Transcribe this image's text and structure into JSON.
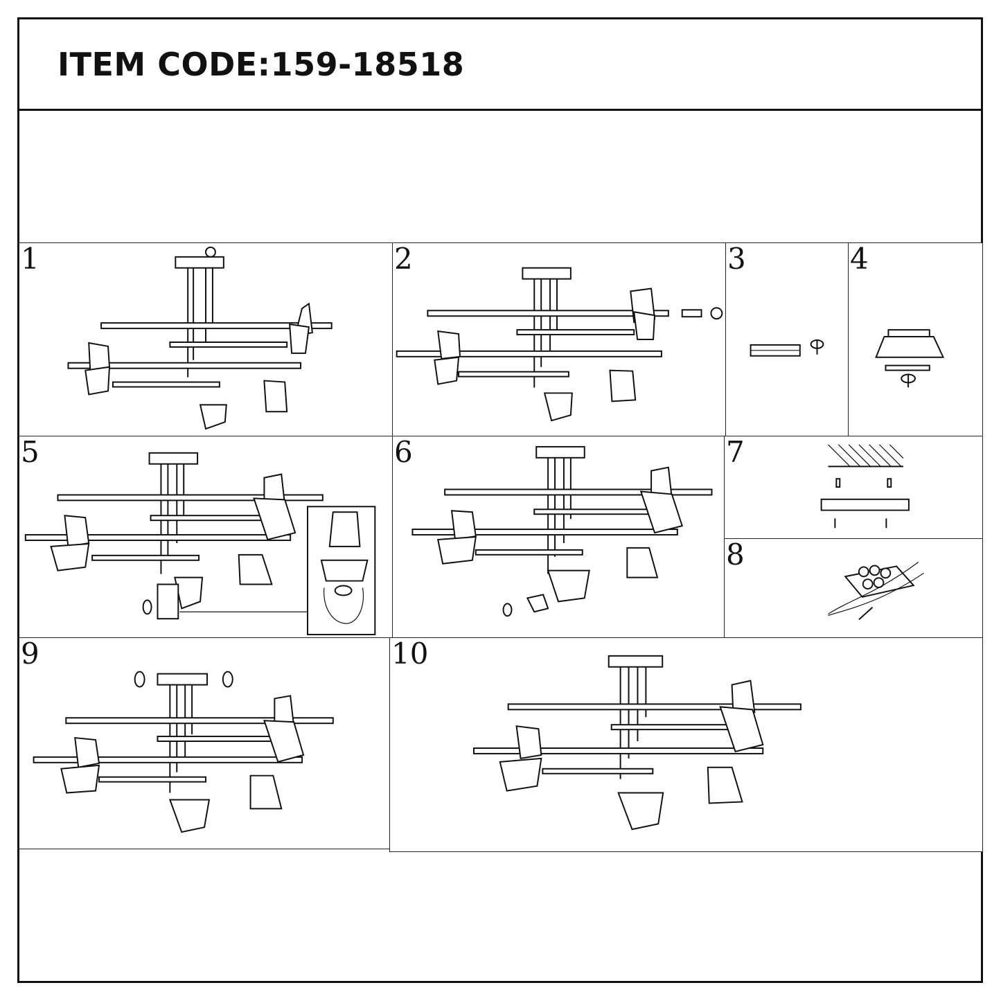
{
  "header": {
    "item_code": "ITEM CODE:159-18518"
  },
  "steps": [
    {
      "label": "1"
    },
    {
      "label": "2"
    },
    {
      "label": "3"
    },
    {
      "label": "4"
    },
    {
      "label": "5"
    },
    {
      "label": "6"
    },
    {
      "label": "7"
    },
    {
      "label": "8"
    },
    {
      "label": "9"
    },
    {
      "label": "10"
    }
  ]
}
